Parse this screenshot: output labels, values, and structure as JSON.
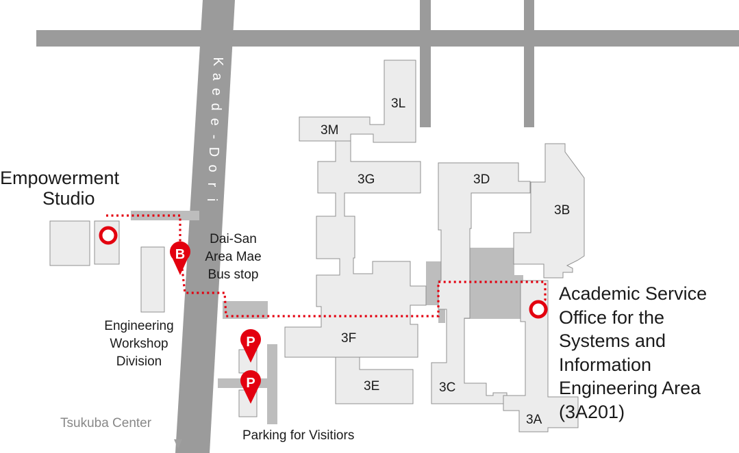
{
  "colors": {
    "road": "#9b9b9b",
    "building_fill": "#ececec",
    "building_stroke": "#8f8f8f",
    "connector": "#bdbdbd",
    "route": "#e3000f"
  },
  "road": {
    "name_letters": [
      "K",
      "a",
      "e",
      "d",
      "e",
      "-",
      "D",
      "o",
      "r",
      "i"
    ]
  },
  "buildings": [
    "3L",
    "3M",
    "3G",
    "3D",
    "3B",
    "3F",
    "3E",
    "3C",
    "3A"
  ],
  "places": {
    "empowerment_studio": [
      "Empowerment",
      "Studio"
    ],
    "academic_office": [
      "Academic Service",
      "Office for the",
      "Systems and",
      "Information",
      "Engineering Area",
      "(3A201)"
    ],
    "bus_stop": [
      "Dai-San",
      "Area Mae",
      "Bus stop"
    ],
    "workshop": [
      "Engineering",
      "Workshop",
      "Division"
    ],
    "tsukuba_center": "Tsukuba Center",
    "parking": "Parking for Visitiors"
  },
  "markers": {
    "bus": "B",
    "parking": "P"
  }
}
